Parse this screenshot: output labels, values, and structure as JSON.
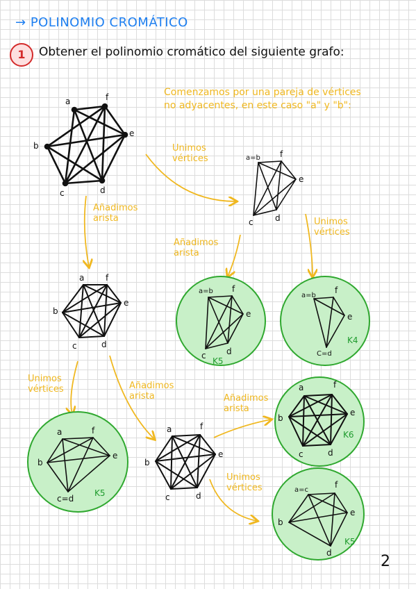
{
  "header": {
    "arrow": "→",
    "title": "POLINOMIO CROMÁTICO"
  },
  "exercise": {
    "number": "1",
    "text": "Obtener el polinomio cromático del siguiente grafo:"
  },
  "note": "Comenzamos por una pareja de vértices no adyacentes, en este caso \"a\" y \"b\":",
  "annotations": {
    "unimos_1": "Unimos vértices",
    "anadimos_1": "Añadimos arista",
    "anadimos_2": "Añadimos arista",
    "unimos_2": "Unimos vértices",
    "unimos_3": "Unimos vértices",
    "anadimos_3": "Añadimos arista",
    "anadimos_4": "Añadimos arista",
    "unimos_4": "Unimos vértices"
  },
  "graphs": {
    "g1": {
      "a": "a",
      "f": "f",
      "b": "b",
      "e": "e",
      "c": "c",
      "d": "d"
    },
    "g2": {
      "ab": "a=b",
      "f": "f",
      "e": "e",
      "c": "c",
      "d": "d"
    },
    "g3": {
      "a": "a",
      "f": "f",
      "b": "b",
      "e": "e",
      "c": "c",
      "d": "d"
    },
    "g4": {
      "ab": "a=b",
      "f": "f",
      "e": "e",
      "c": "c",
      "d": "d",
      "k": "K5"
    },
    "g5": {
      "ab": "a=b",
      "f": "f",
      "e": "e",
      "cd": "C=d",
      "k": "K4"
    },
    "g6": {
      "a": "a",
      "f": "f",
      "b": "b",
      "e": "e",
      "cd": "c=d",
      "k": "K5"
    },
    "g7": {
      "a": "a",
      "f": "f",
      "b": "b",
      "e": "e",
      "c": "c",
      "d": "d"
    },
    "g8": {
      "a": "a",
      "f": "f",
      "b": "b",
      "e": "e",
      "c": "c",
      "d": "d",
      "k": "K6"
    },
    "g9": {
      "ac": "a=c",
      "f": "f",
      "b": "b",
      "e": "e",
      "d": "d",
      "k": "K5"
    }
  },
  "colors": {
    "title": "#1e7ff0",
    "badge": "#d42b2b",
    "annotation": "#f0b820",
    "circle_fill": "#c8f0c8",
    "circle_stroke": "#2fa82f"
  },
  "page_number": "2"
}
